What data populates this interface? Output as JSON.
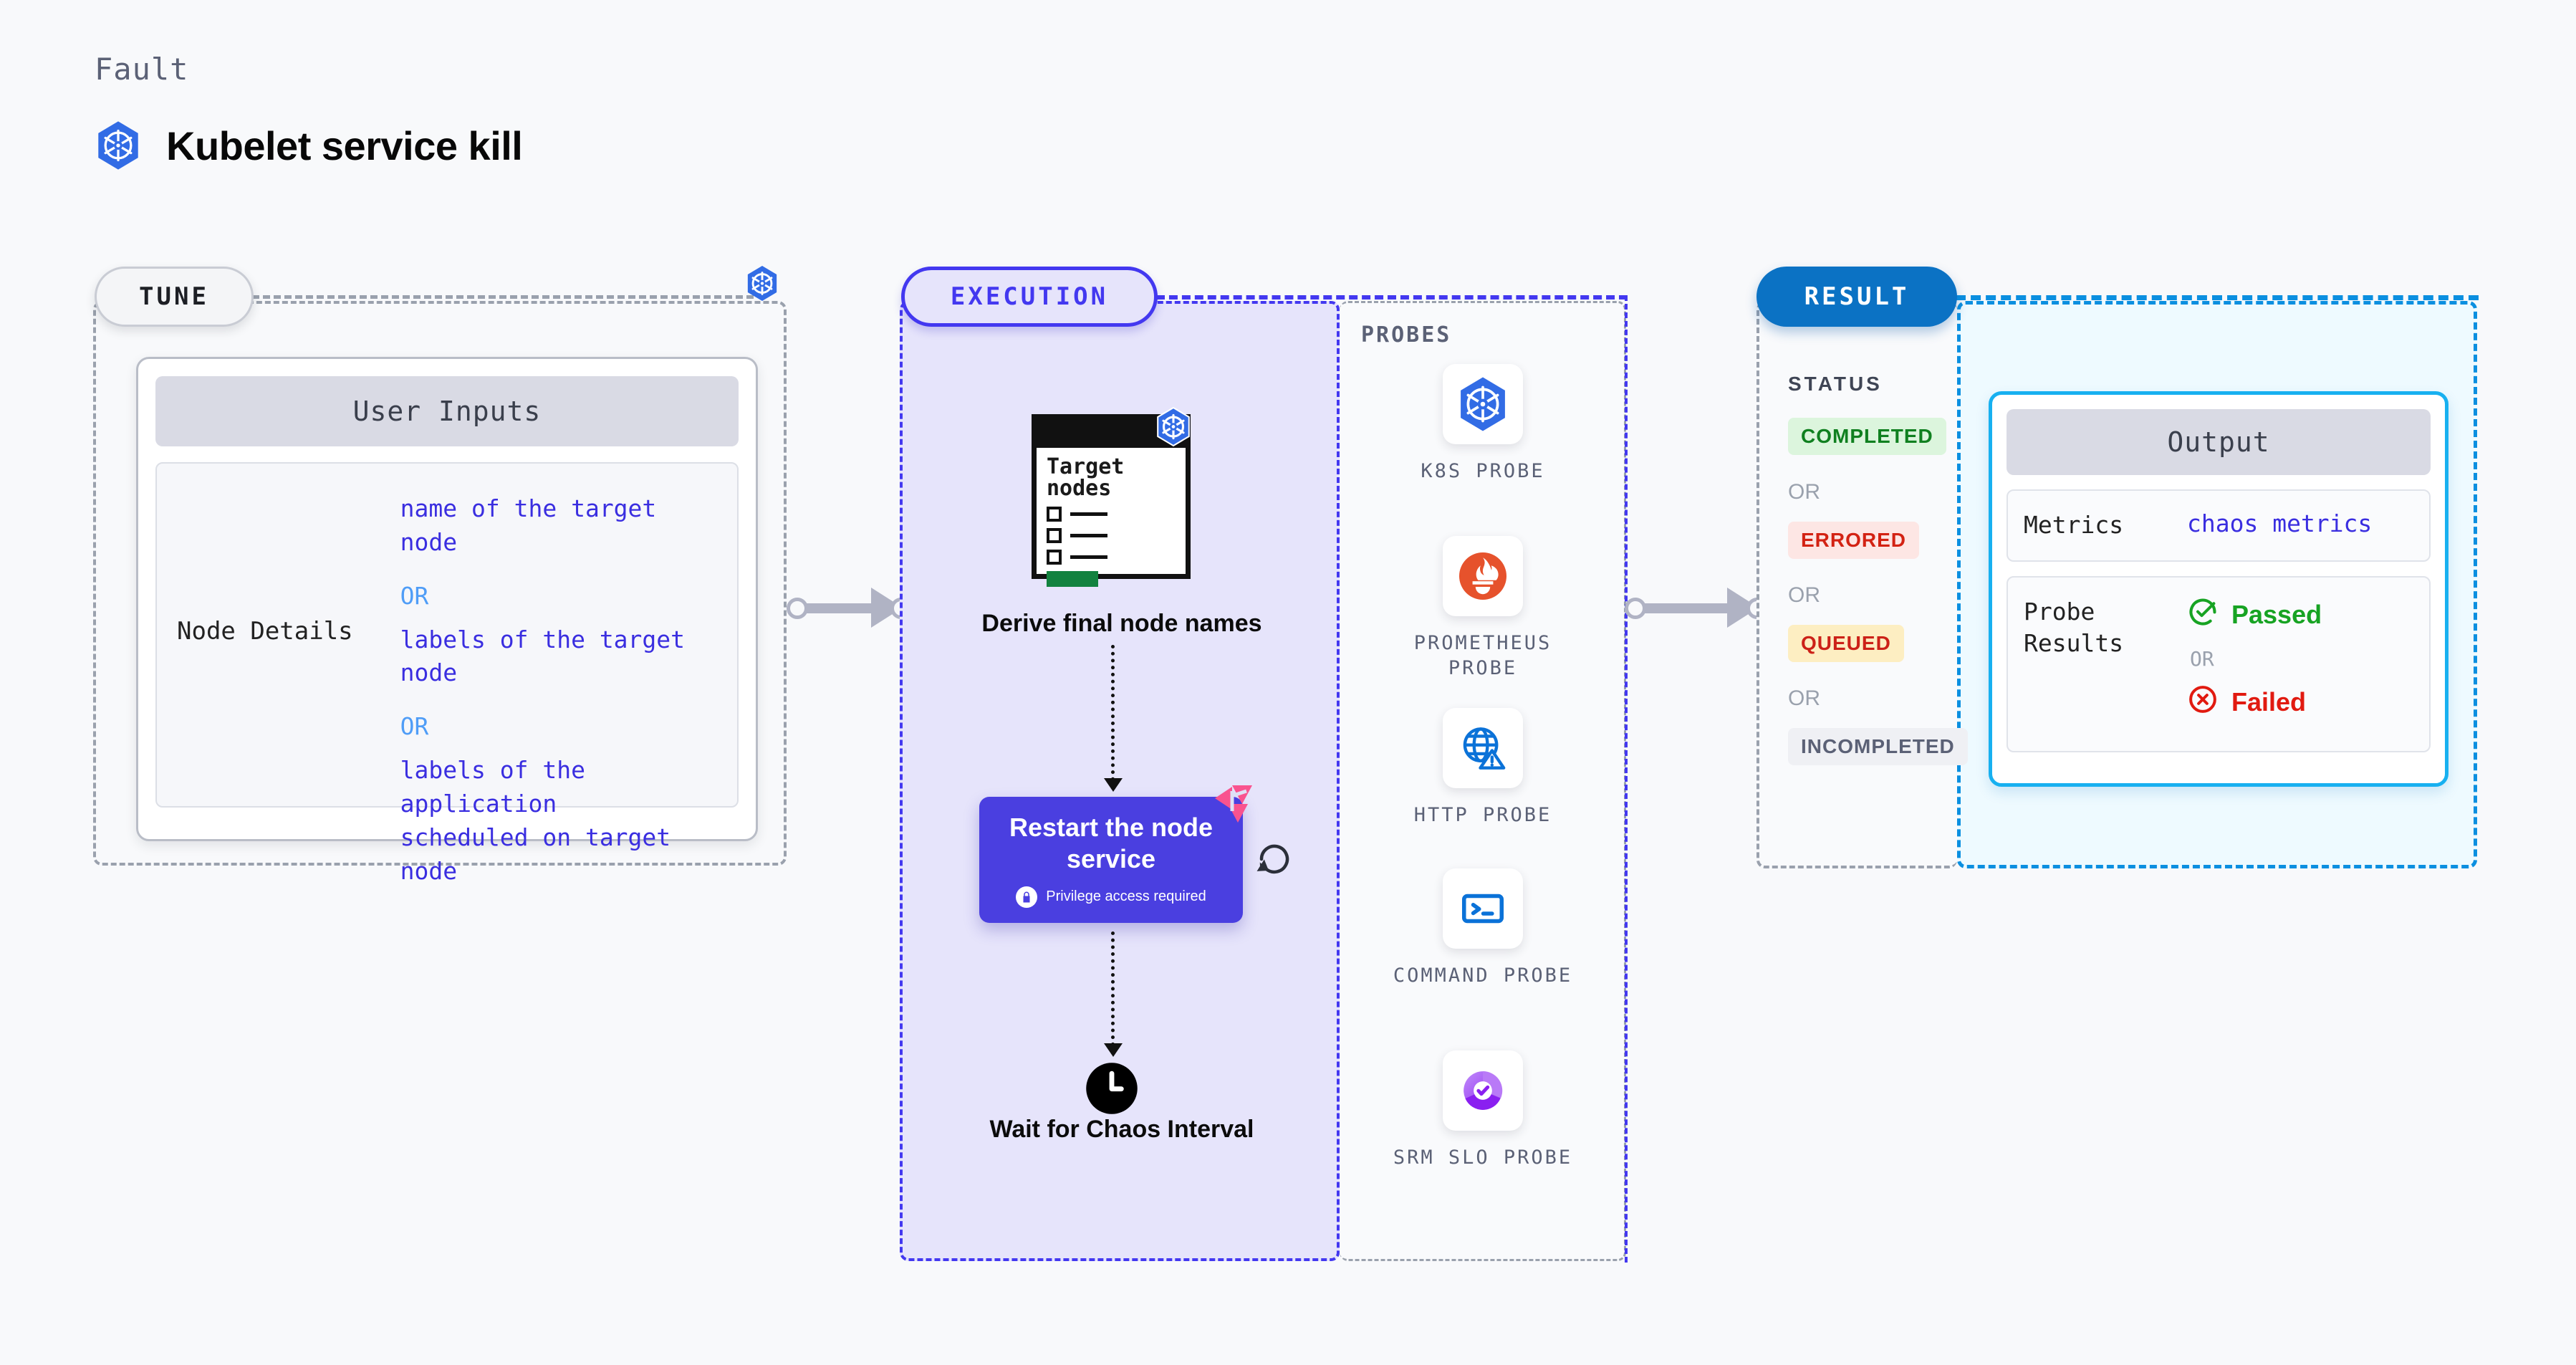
{
  "header": {
    "eyebrow": "Fault",
    "title": "Kubelet service kill",
    "logo_icon": "kubernetes-icon"
  },
  "tune": {
    "pill_label": "TUNE",
    "k8s_icon": "kubernetes-icon",
    "panel_title": "User Inputs",
    "input_key": "Node Details",
    "values": [
      "name of the target node",
      "labels of the target node",
      "labels of the application\n scheduled on target node"
    ],
    "or_label": "OR"
  },
  "execution": {
    "pill_label": "EXECUTION",
    "target_card": {
      "title_line1": "Target",
      "title_line2": "nodes",
      "k8s_icon": "kubernetes-icon"
    },
    "derive_caption": "Derive final node names",
    "restart_card": {
      "title": "Restart the node service",
      "subtitle": "Privilege access required",
      "lock_icon": "lock-icon",
      "ribbon_icon": "harness-chaos-icon",
      "repeat_icon": "repeat-icon"
    },
    "wait_caption": "Wait for Chaos Interval",
    "clock_icon": "clock-icon"
  },
  "probes": {
    "section_label": "PROBES",
    "items": [
      {
        "name": "K8S PROBE",
        "icon": "kubernetes-icon"
      },
      {
        "name": "PROMETHEUS PROBE",
        "icon": "prometheus-icon"
      },
      {
        "name": "HTTP PROBE",
        "icon": "globe-warning-icon"
      },
      {
        "name": "COMMAND PROBE",
        "icon": "terminal-icon"
      },
      {
        "name": "SRM SLO PROBE",
        "icon": "srm-slo-icon"
      }
    ]
  },
  "result": {
    "pill_label": "RESULT",
    "status_label": "STATUS",
    "or_label": "OR",
    "badges": [
      {
        "label": "COMPLETED",
        "bg": "#dcf5dd",
        "fg": "#108020"
      },
      {
        "label": "ERRORED",
        "bg": "#fde6e4",
        "fg": "#d32213"
      },
      {
        "label": "QUEUED",
        "bg": "#fdeec2",
        "fg": "#cc2118"
      },
      {
        "label": "INCOMPLETED",
        "bg": "#eff0f4",
        "fg": "#5b6176"
      }
    ]
  },
  "output": {
    "panel_title": "Output",
    "metrics_key": "Metrics",
    "metrics_value": "chaos metrics",
    "probe_results_key": "Probe Results",
    "passed_label": "Passed",
    "failed_label": "Failed",
    "or_label": "OR",
    "passed_icon": "check-circle-icon",
    "failed_icon": "x-circle-icon"
  },
  "colors": {
    "execution_accent": "#4338f0",
    "result_accent": "#0b72c4",
    "output_accent": "#17b0f0",
    "kubernetes_blue": "#326ce5",
    "restart_card": "#4a3fe0",
    "ribbon_pink": "#f9538f"
  }
}
